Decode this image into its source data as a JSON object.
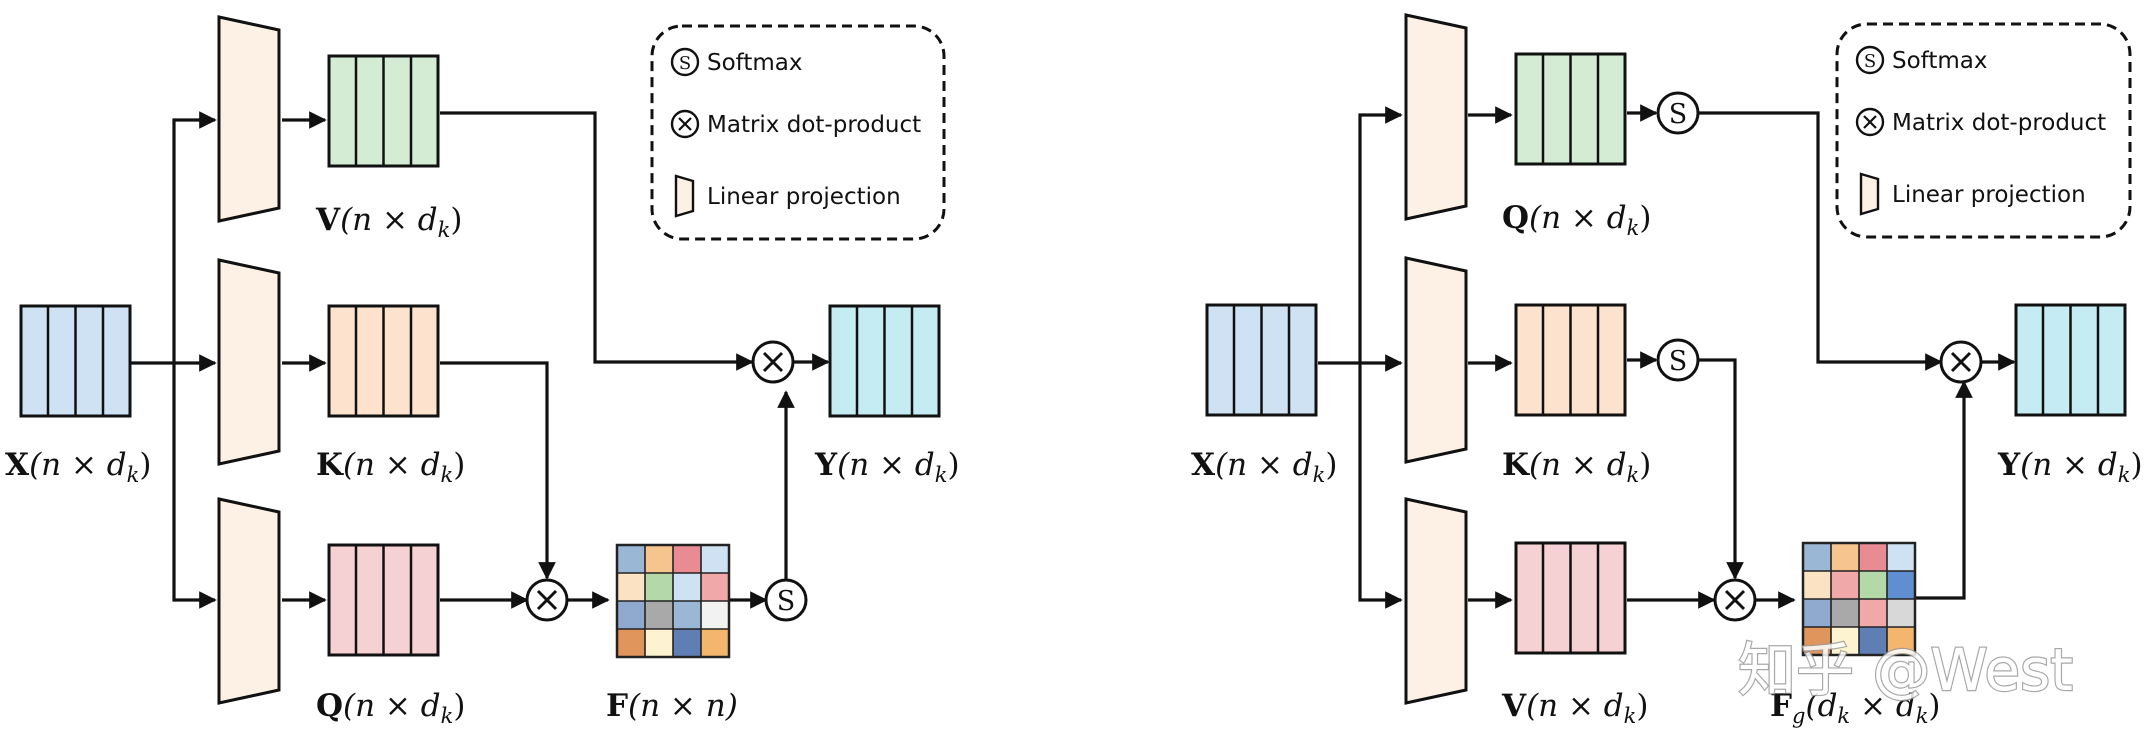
{
  "colors": {
    "input": "#cfe2f3",
    "value_green": "#d5ecd4",
    "key_orange": "#fde3cd",
    "query_pink": "#f6d1d3",
    "output_cyan": "#c5ecf2",
    "projection": "#fdf1e6",
    "stroke": "#111111"
  },
  "legend": {
    "softmax_symbol": "S",
    "softmax_label": "Softmax",
    "dot_label": "Matrix dot-product",
    "linear_label": "Linear projection"
  },
  "left": {
    "x": {
      "name": "X",
      "dims": "(n × d",
      "sub": "k",
      "close": ")"
    },
    "top": {
      "name": "V",
      "dims": "(n × d",
      "sub": "k",
      "close": ")"
    },
    "mid": {
      "name": "K",
      "dims": "(n × d",
      "sub": "k",
      "close": ")"
    },
    "bot": {
      "name": "Q",
      "dims": "(n × d",
      "sub": "k",
      "close": ")"
    },
    "f": {
      "name": "F",
      "dims": "(n × n)"
    },
    "y": {
      "name": "Y",
      "dims": "(n × d",
      "sub": "k",
      "close": ")"
    }
  },
  "right": {
    "x": {
      "name": "X",
      "dims": "(n × d",
      "sub": "k",
      "close": ")"
    },
    "top": {
      "name": "Q",
      "dims": "(n × d",
      "sub": "k",
      "close": ")"
    },
    "mid": {
      "name": "K",
      "dims": "(n × d",
      "sub": "k",
      "close": ")"
    },
    "bot": {
      "name": "V",
      "dims": "(n × d",
      "sub": "k",
      "close": ")"
    },
    "f": {
      "name": "F",
      "name_sub": "g",
      "open": "(d",
      "sub1": "k",
      "mid": " × d",
      "sub2": "k",
      "close": ")"
    },
    "y": {
      "name": "Y",
      "dims": "(n × d",
      "sub": "k",
      "close": ")"
    }
  },
  "watermark": "知乎 @West"
}
